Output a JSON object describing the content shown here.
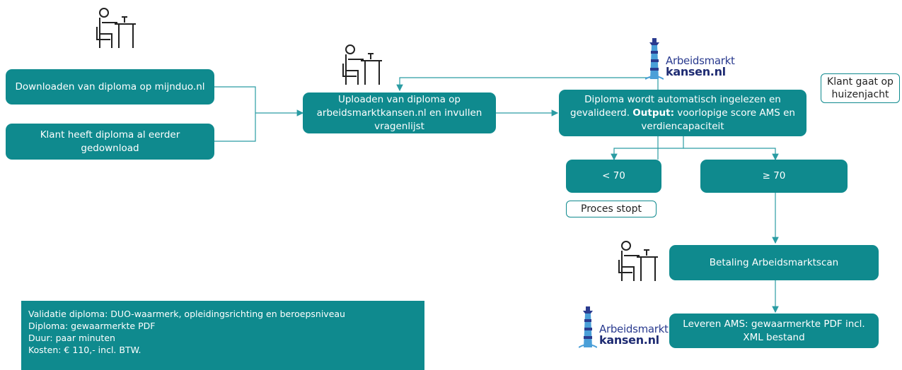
{
  "nodes": {
    "download": "Downloaden van diploma op mijnduo.nl",
    "already": "Klant heeft diploma al eerder gedownload",
    "upload": "Uploaden van diploma op arbeidsmarktkansen.nl en invullen vragenlijst",
    "validate_pre": "Diploma wordt automatisch ingelezen en gevalideerd. ",
    "validate_bold": "Output:",
    "validate_post": " voorlopige score AMS en verdiencapaciteit",
    "low": "< 70",
    "high": "≥ 70",
    "stop": "Proces stopt",
    "house": "Klant gaat op huizenjacht",
    "payment": "Betaling Arbeidsmarktscan",
    "deliver": "Leveren AMS: gewaarmerkte PDF incl. XML bestand"
  },
  "logo": {
    "line1": "Arbeidsmarkt",
    "line2": "kansen.nl"
  },
  "info": {
    "validation": "Validatie diploma: DUO-waarmerk, opleidingsrichting en beroepsniveau",
    "diploma": "Diploma: gewaarmerkte PDF",
    "duration": "Duur: paar minuten",
    "cost": "Kosten: € 110,- incl. BTW."
  },
  "colors": {
    "box": "#0f8a8e",
    "line": "#2a9ca3",
    "logo_text": "#2a3b8f"
  },
  "icons": [
    "person-at-desk-icon",
    "lighthouse-logo-icon"
  ]
}
